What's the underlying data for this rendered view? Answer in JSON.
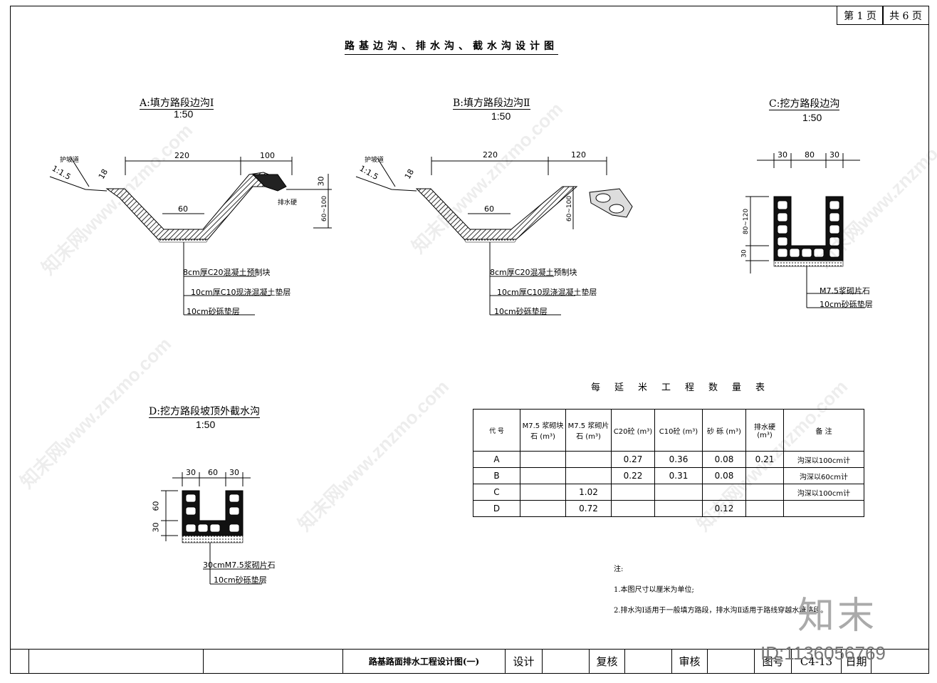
{
  "page": {
    "current": "第 1 页",
    "total": "共 6 页"
  },
  "title": "路基边沟、排水沟、截水沟设计图",
  "sections": {
    "a": {
      "title": "A:填方路段边沟Ⅰ",
      "scale": "1:50",
      "dims": [
        "220",
        "100",
        "60",
        "18",
        "30",
        "60~100"
      ],
      "labels": [
        "护坡道",
        "1:1.5",
        "排水硬"
      ],
      "layers": [
        "8cm厚C20混凝土预制块",
        "10cm厚C10现浇混凝土垫层",
        "10cm砂砾垫层"
      ]
    },
    "b": {
      "title": "B:填方路段边沟Ⅱ",
      "scale": "1:50",
      "dims": [
        "220",
        "120",
        "60",
        "18",
        "60~100"
      ],
      "labels": [
        "护坡道",
        "1:1.5"
      ],
      "layers": [
        "8cm厚C20混凝土预制块",
        "10cm厚C10现浇混凝土垫层",
        "10cm砂砾垫层"
      ]
    },
    "c": {
      "title": "C:挖方路段边沟",
      "scale": "1:50",
      "dims": [
        "30",
        "80",
        "30",
        "80~120",
        "30"
      ],
      "layers": [
        "M7.5浆砌片石",
        "10cm砂砾垫层"
      ]
    },
    "d": {
      "title": "D:挖方路段坡顶外截水沟",
      "scale": "1:50",
      "dims": [
        "30",
        "60",
        "30",
        "60",
        "30"
      ],
      "layers": [
        "30cmM7.5浆砌片石",
        "10cm砂砾垫层"
      ]
    }
  },
  "table": {
    "title": "每延米工程数量表",
    "headers": [
      "代 号",
      "M7.5 浆砌块石 (m³)",
      "M7.5 浆砌片石 (m³)",
      "C20砼 (m³)",
      "C10砼 (m³)",
      "砂 砾 (m³)",
      "排水硬 (m³)",
      "备 注"
    ],
    "rows": [
      [
        "A",
        "",
        "",
        "0.27",
        "0.36",
        "0.08",
        "0.21",
        "沟深以100cm计"
      ],
      [
        "B",
        "",
        "",
        "0.22",
        "0.31",
        "0.08",
        "",
        "沟深以60cm计"
      ],
      [
        "C",
        "",
        "1.02",
        "",
        "",
        "",
        "",
        "沟深以100cm计"
      ],
      [
        "D",
        "",
        "0.72",
        "",
        "",
        "0.12",
        "",
        ""
      ]
    ]
  },
  "notes": {
    "heading": "注:",
    "items": [
      "1.本图尺寸以厘米为单位;",
      "2.排水沟Ⅰ适用于一般填方路段，排水沟Ⅱ适用于路线穿越水塘路段。"
    ]
  },
  "titleblock": {
    "drawing_name": "路基路面排水工程设计图(一)",
    "design": "设计",
    "review": "复核",
    "approve": "审核",
    "drawing_no_label": "图号",
    "drawing_no": "C4-13",
    "date": "日期"
  },
  "watermark": {
    "text": "知末网www.znzmo.com",
    "brand": "知末",
    "id": "ID:1136056769"
  }
}
